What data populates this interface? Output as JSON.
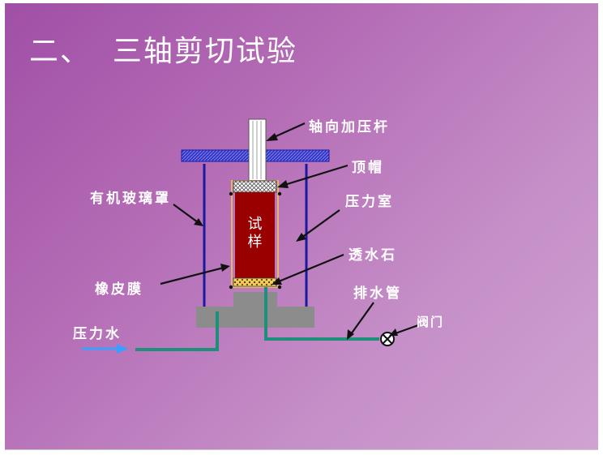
{
  "title": "二、  三轴剪切试验",
  "labels": {
    "axial_rod": "轴向加压杆",
    "top_cap": "顶帽",
    "chamber": "压力室",
    "porous_stone": "透水石",
    "drain_pipe": "排水管",
    "valve": "阀门",
    "plexiglass_cover": "有机玻璃罩",
    "rubber_membrane": "橡皮膜",
    "pressure_water": "压力水",
    "specimen_line1": "试",
    "specimen_line2": "样"
  },
  "colors": {
    "background": "#b46cb5",
    "specimen": "#990000",
    "frame": "#1a1aa0",
    "pipe": "#1f8f7a",
    "base": "#8c8c8c",
    "arrow": "#3aa0ff"
  }
}
